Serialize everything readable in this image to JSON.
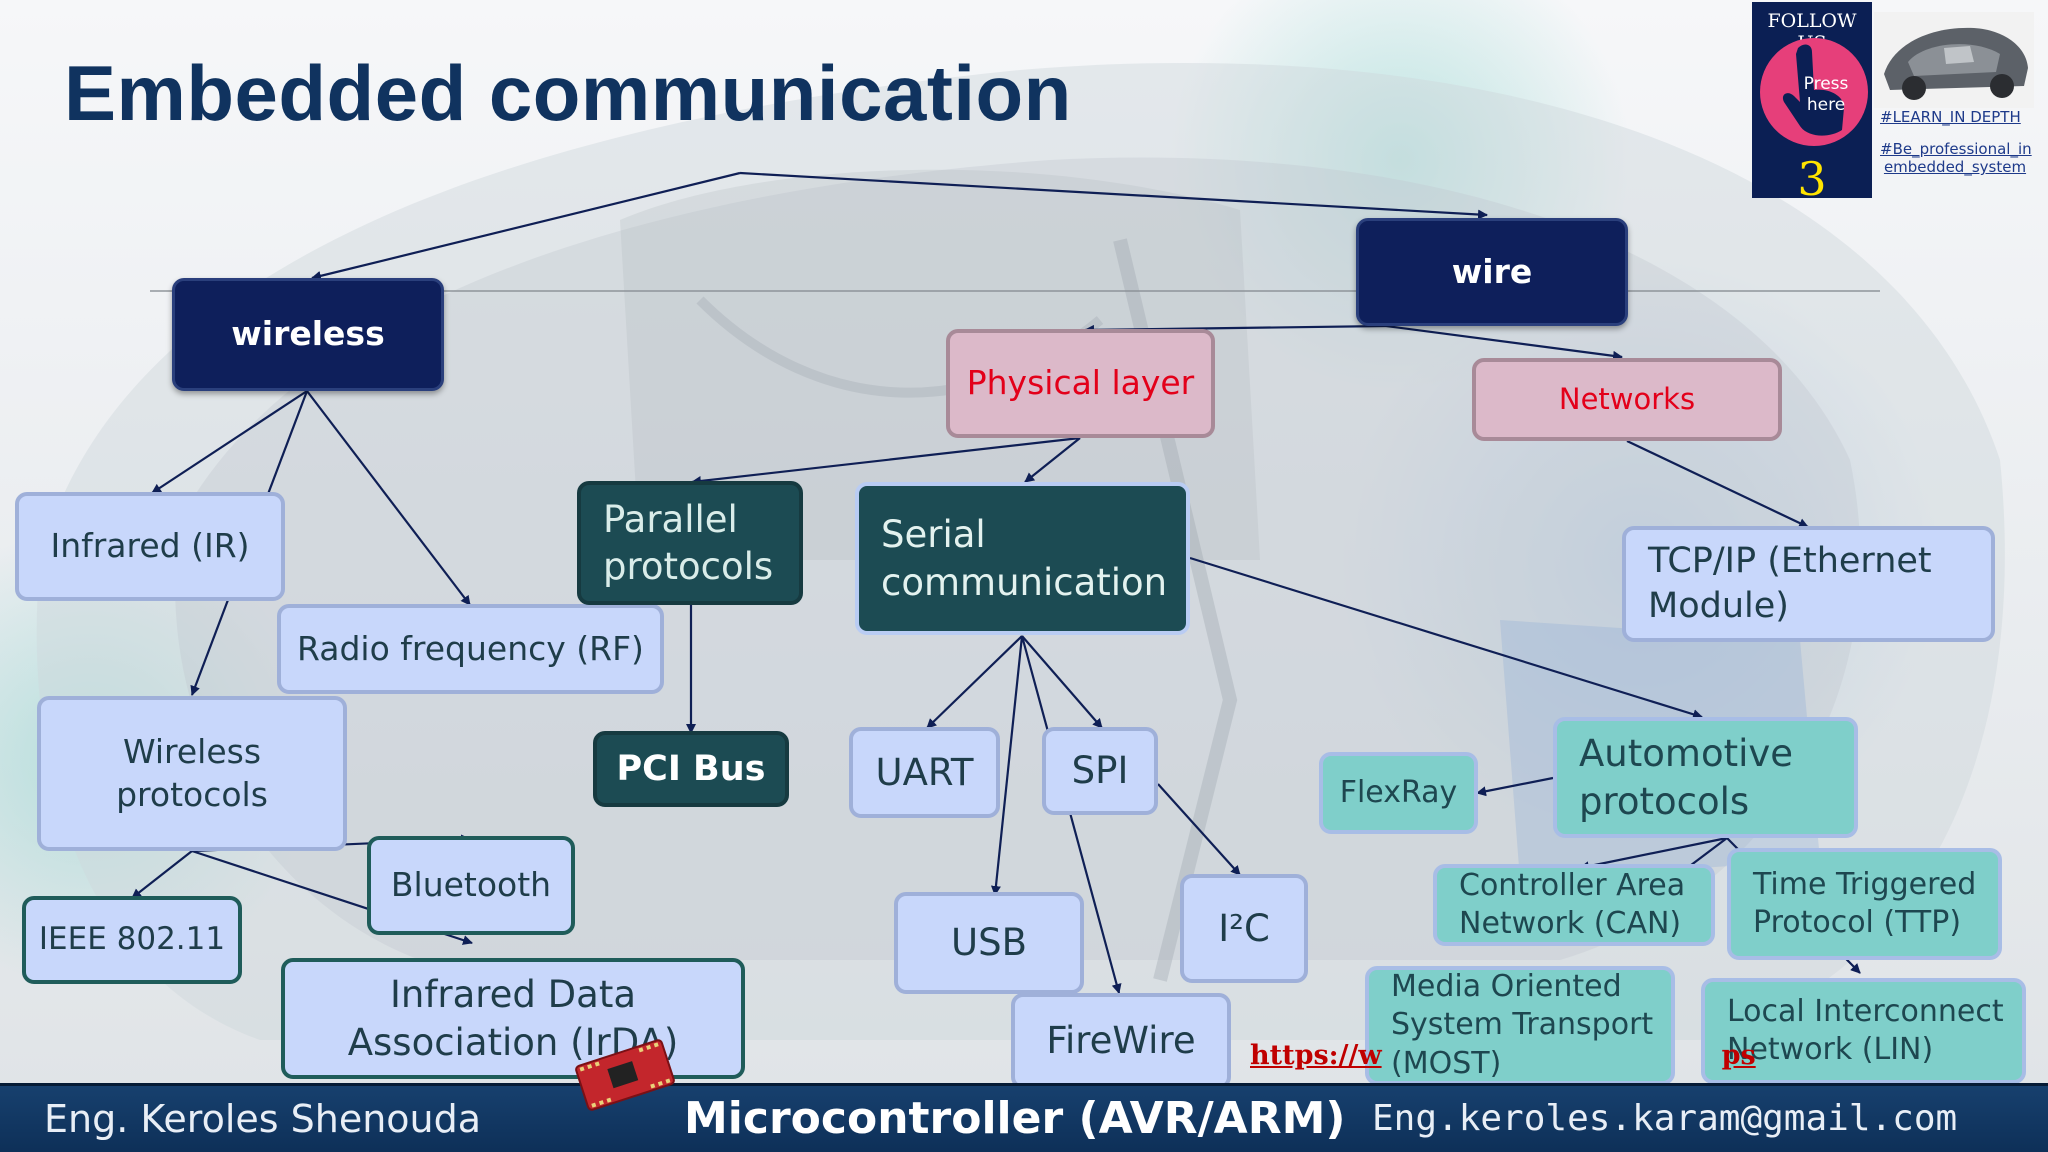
{
  "title": "Embedded communication",
  "nodes": {
    "wireless": "wireless",
    "wire": "wire",
    "physical_layer": "Physical layer",
    "networks": "Networks",
    "infrared": "Infrared (IR)",
    "radio_frequency": "Radio frequency (RF)",
    "wireless_protocols": "Wireless\nprotocols",
    "ieee": "IEEE 802.11",
    "bluetooth": "Bluetooth",
    "irda": "Infrared Data\nAssociation (IrDA)",
    "parallel": "Parallel\nprotocols",
    "pci": "PCI Bus",
    "serial": "Serial\ncommunication",
    "uart": "UART",
    "spi": "SPI",
    "usb": "USB",
    "i2c": "I²C",
    "firewire": "FireWire",
    "tcpip": "TCP/IP (Ethernet\nModule)",
    "automotive": "Automotive\nprotocols",
    "flexray": "FlexRay",
    "can": "Controller Area\nNetwork (CAN)",
    "ttp": "Time Triggered\nProtocol (TTP)",
    "most": "Media Oriented\nSystem Transport\n(MOST)",
    "lin": "Local Interconnect\nNetwork (LIN)"
  },
  "footer": {
    "author": "Eng. Keroles Shenouda",
    "course": "Microcontroller (AVR/ARM)",
    "email": "Eng.keroles.karam@gmail.com"
  },
  "url_fragment": "https://w",
  "url_fragment2": "ps",
  "follow": {
    "label": "FOLLOW US",
    "press": "Press\nhere",
    "number": "3",
    "tag1": "#LEARN_IN DEPTH",
    "tag2": "#Be_professional_in\nembedded_system"
  },
  "colors": {
    "title": "#10335f",
    "dark_node": "#0e1f5b",
    "teal_dark_node": "#1c4b53",
    "pink_node": "#dcb9c9",
    "physical_text": "#e3001a",
    "light_blue_node": "#c8d7fb",
    "teal_node": "#7fcfca",
    "footer": "#17406e"
  }
}
